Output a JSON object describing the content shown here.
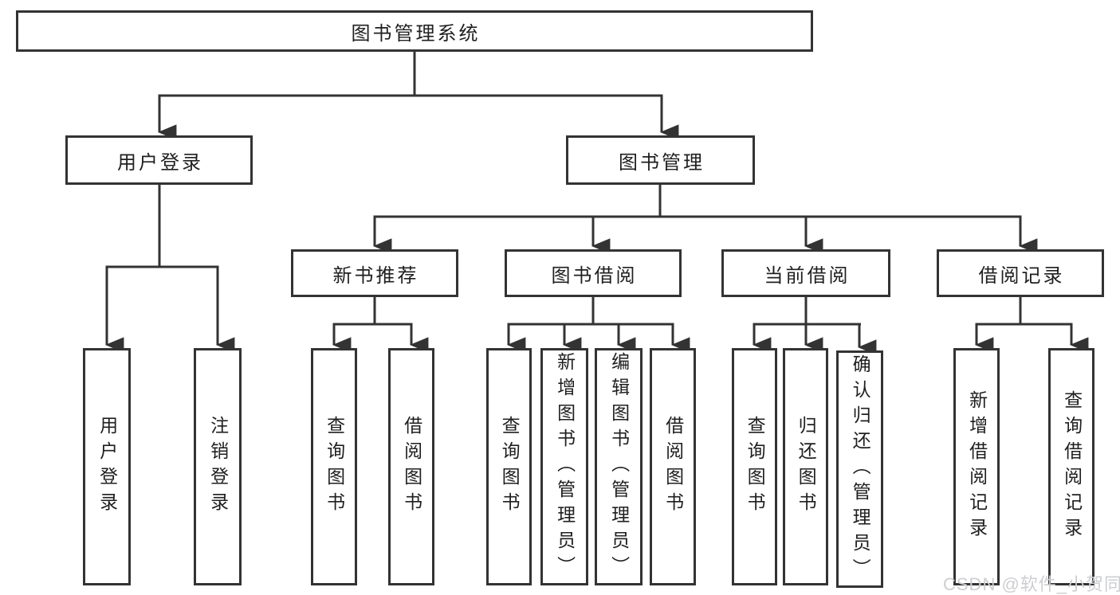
{
  "diagram": {
    "root": {
      "label": "图书管理系统"
    },
    "branches": [
      {
        "label": "用户登录",
        "children": [
          {
            "label": "用户登录"
          },
          {
            "label": "注销登录"
          }
        ]
      },
      {
        "label": "图书管理",
        "children": [
          {
            "label": "新书推荐",
            "children": [
              {
                "label": "查询图书"
              },
              {
                "label": "借阅图书"
              }
            ]
          },
          {
            "label": "图书借阅",
            "children": [
              {
                "label": "查询图书"
              },
              {
                "label": "新增图书（管理员）"
              },
              {
                "label": "编辑图书（管理员）"
              },
              {
                "label": "借阅图书"
              }
            ]
          },
          {
            "label": "当前借阅",
            "children": [
              {
                "label": "查询图书"
              },
              {
                "label": "归还图书"
              },
              {
                "label": "确认归还（管理员）"
              }
            ]
          },
          {
            "label": "借阅记录",
            "children": [
              {
                "label": "新增借阅记录"
              },
              {
                "label": "查询借阅记录"
              }
            ]
          }
        ]
      }
    ]
  },
  "watermark": {
    "text": "CSDN @软件_小贺同学"
  },
  "colors": {
    "line": "#333333",
    "text": "#1f1f1f",
    "watermark": "#cdced1",
    "background": "#ffffff"
  }
}
